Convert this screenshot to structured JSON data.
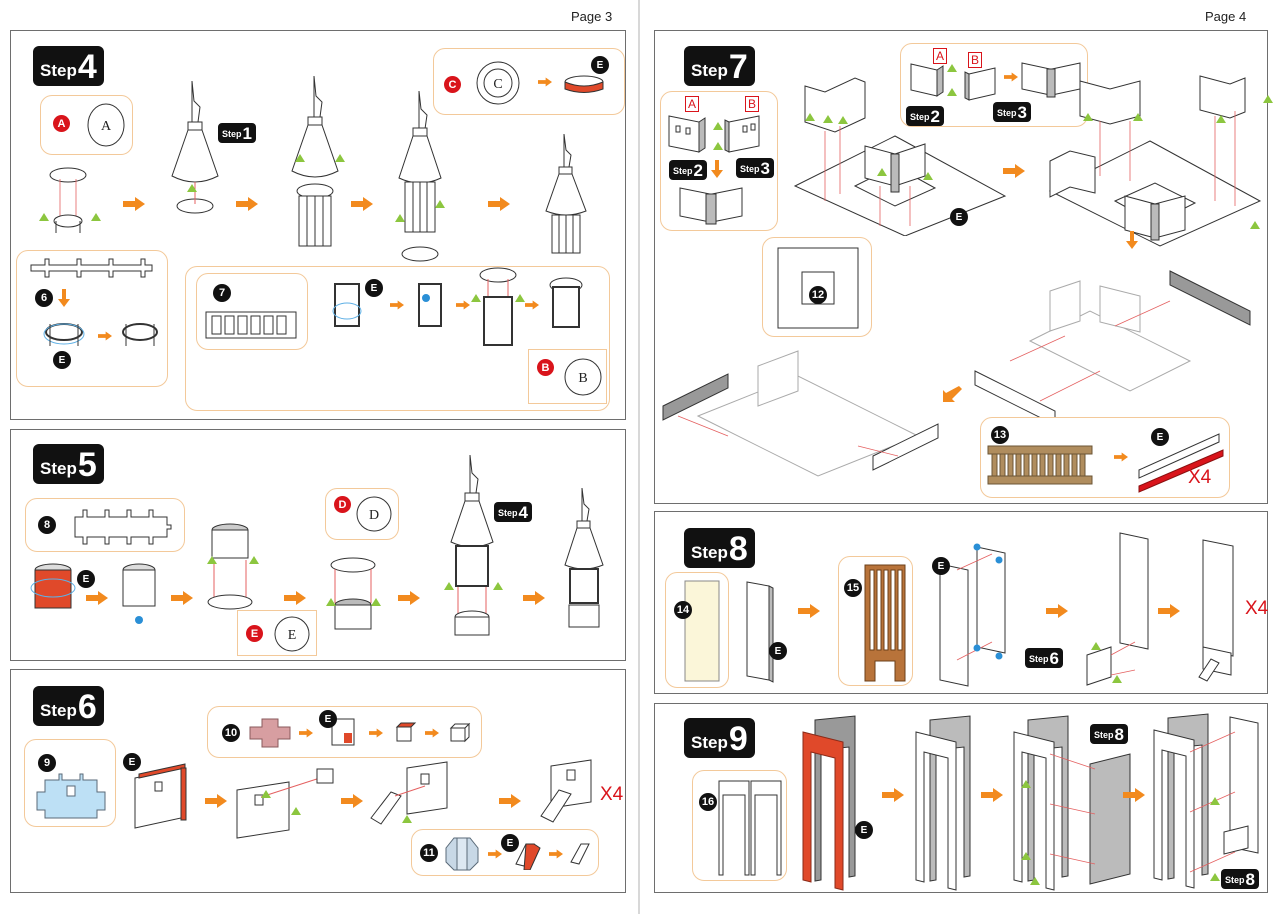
{
  "pages": [
    {
      "number_label": "Page 3"
    },
    {
      "number_label": "Page 4"
    }
  ],
  "step_word": "Step",
  "steps": {
    "step4": {
      "number": "4",
      "parts": {
        "A": "A",
        "B": "B",
        "C": "C"
      },
      "piece_numbers": [
        "6",
        "7"
      ],
      "refs": [
        "1"
      ],
      "glue_label": "E"
    },
    "step5": {
      "number": "5",
      "parts": {
        "D": "D",
        "E": "E"
      },
      "piece_numbers": [
        "8"
      ],
      "refs": [
        "4"
      ],
      "glue_label": "E"
    },
    "step6": {
      "number": "6",
      "piece_numbers": [
        "9",
        "10",
        "11"
      ],
      "glue_label": "E",
      "multiplier": "X4"
    },
    "step7": {
      "number": "7",
      "parts": {
        "A": "A",
        "B": "B"
      },
      "piece_numbers": [
        "12",
        "13"
      ],
      "refs": [
        "2",
        "3"
      ],
      "glue_label": "E",
      "multiplier": "X4"
    },
    "step8": {
      "number": "8",
      "piece_numbers": [
        "14",
        "15"
      ],
      "refs": [
        "6"
      ],
      "glue_label": "E",
      "multiplier": "X4"
    },
    "step9": {
      "number": "9",
      "piece_numbers": [
        "16"
      ],
      "refs": [
        "8"
      ],
      "glue_label": "E"
    }
  },
  "colors": {
    "arrow": "#f28a1e",
    "glue_red": "#d9141b",
    "tab_green": "#8cc63f",
    "callout_border": "#f3c99a",
    "piece_blue": "#bde0f5",
    "piece_pink": "#d79ea1",
    "piece_wood": "#b08d5e",
    "piece_cream": "#fbf6d9",
    "glued_orange": "#e0492a"
  }
}
